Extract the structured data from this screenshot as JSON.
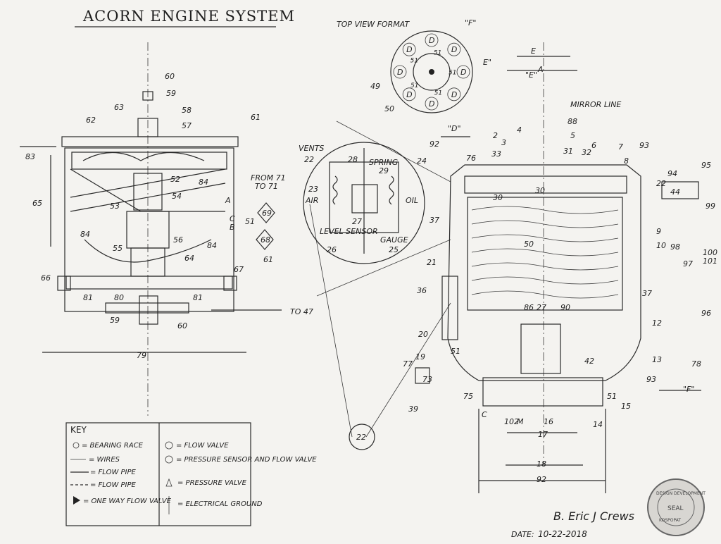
{
  "title": "ACORN ENGINE SYSTEM",
  "top_view_label": "TOP VIEW FORMAT",
  "mirror_line_label": "MIRROR LINE",
  "top_view": {
    "outer_labels": [
      "D",
      "D",
      "D",
      "D",
      "D",
      "D",
      "D",
      "D"
    ],
    "inner_labels": [
      "51",
      "51",
      "51",
      "51",
      "51"
    ],
    "callouts": [
      "49",
      "50",
      "\"F\"",
      "E\""
    ]
  },
  "left_view": {
    "callouts": [
      "60",
      "59",
      "63",
      "58",
      "57",
      "62",
      "61",
      "83",
      "65",
      "52",
      "54",
      "84",
      "53",
      "55",
      "56",
      "64",
      "66",
      "67",
      "61",
      "81",
      "80",
      "81",
      "59",
      "60",
      "79",
      "84",
      "84",
      "A",
      "C",
      "B",
      "51",
      "69",
      "68"
    ],
    "from_label": "FROM 71",
    "to_label": "TO 71",
    "to47_label": "TO 47"
  },
  "detail_view": {
    "vents": "VENTS",
    "callouts": [
      "22",
      "28",
      "29",
      "24",
      "23",
      "27",
      "25",
      "26",
      "22"
    ],
    "spring": "SPRING",
    "air": "AIR",
    "oil": "OIL",
    "level_sensor": "LEVEL SENSOR",
    "gauge": "GAUGE"
  },
  "right_view": {
    "callouts": [
      "92",
      "\"D\"",
      "2",
      "3",
      "4",
      "5",
      "88",
      "6",
      "31",
      "32",
      "7",
      "93",
      "33",
      "76",
      "8",
      "94",
      "95",
      "22",
      "37",
      "30",
      "30",
      "44",
      "99",
      "21",
      "50",
      "9",
      "98",
      "10",
      "100",
      "97",
      "101",
      "36",
      "86",
      "27",
      "90",
      "37",
      "12",
      "96",
      "20",
      "19",
      "51",
      "42",
      "93",
      "13",
      "78",
      "77",
      "73",
      "39",
      "75",
      "14",
      "51",
      "15",
      "102",
      "M",
      "16",
      "17",
      "18",
      "92",
      "\"F\"",
      "E",
      "\"E\"",
      "A",
      "C"
    ]
  },
  "key": {
    "heading": "KEY",
    "items_left": [
      "= BEARING RACE",
      "= WIRES",
      "= FLOW PIPE",
      "= FLOW PIPE",
      "= ONE WAY FLOW VALVE"
    ],
    "items_right": [
      "= FLOW VALVE",
      "= PRESSURE SENSOR AND FLOW VALVE",
      "= PRESSURE VALVE",
      "= ELECTRICAL GROUND"
    ]
  },
  "signature": "B. Eric J Crews",
  "date_label": "DATE:",
  "date_value": "10-22-2018",
  "seal": {
    "ring_text": "DESIGN DEVELOPMENT",
    "center_text": "SEAL",
    "sub_text": "KOSPOPAT"
  }
}
